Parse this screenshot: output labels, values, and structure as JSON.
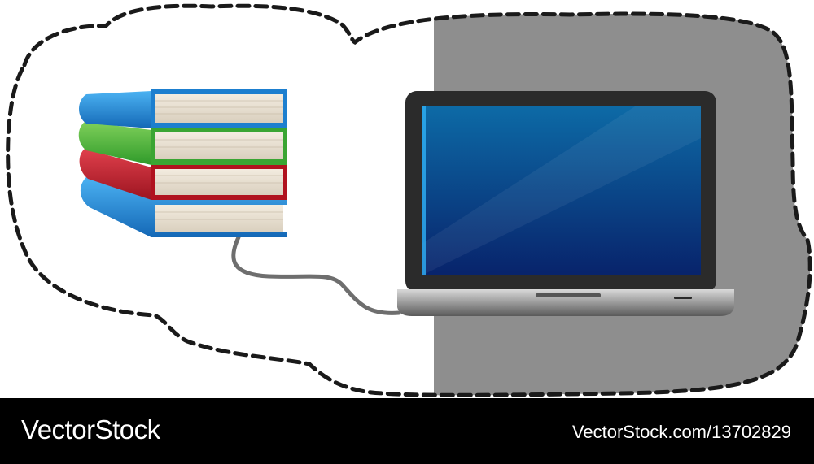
{
  "footer": {
    "brand": "VectorStock",
    "reference": "VectorStock.com/13702829"
  },
  "illustration": {
    "books": [
      {
        "color_name": "blue",
        "color": "#1e88d8"
      },
      {
        "color_name": "green",
        "color": "#4cba3a"
      },
      {
        "color_name": "red",
        "color": "#c01f2e"
      },
      {
        "color_name": "blue",
        "color": "#1e88d8"
      }
    ],
    "colors": {
      "outline": "#1a1a1a",
      "shadow": "#8e8e8e",
      "screen": "#0a4f86",
      "laptop_frame": "#2b2b2b",
      "laptop_base": "#9a9a9a",
      "pages": "#e9e1d3",
      "cable": "#707070"
    }
  }
}
